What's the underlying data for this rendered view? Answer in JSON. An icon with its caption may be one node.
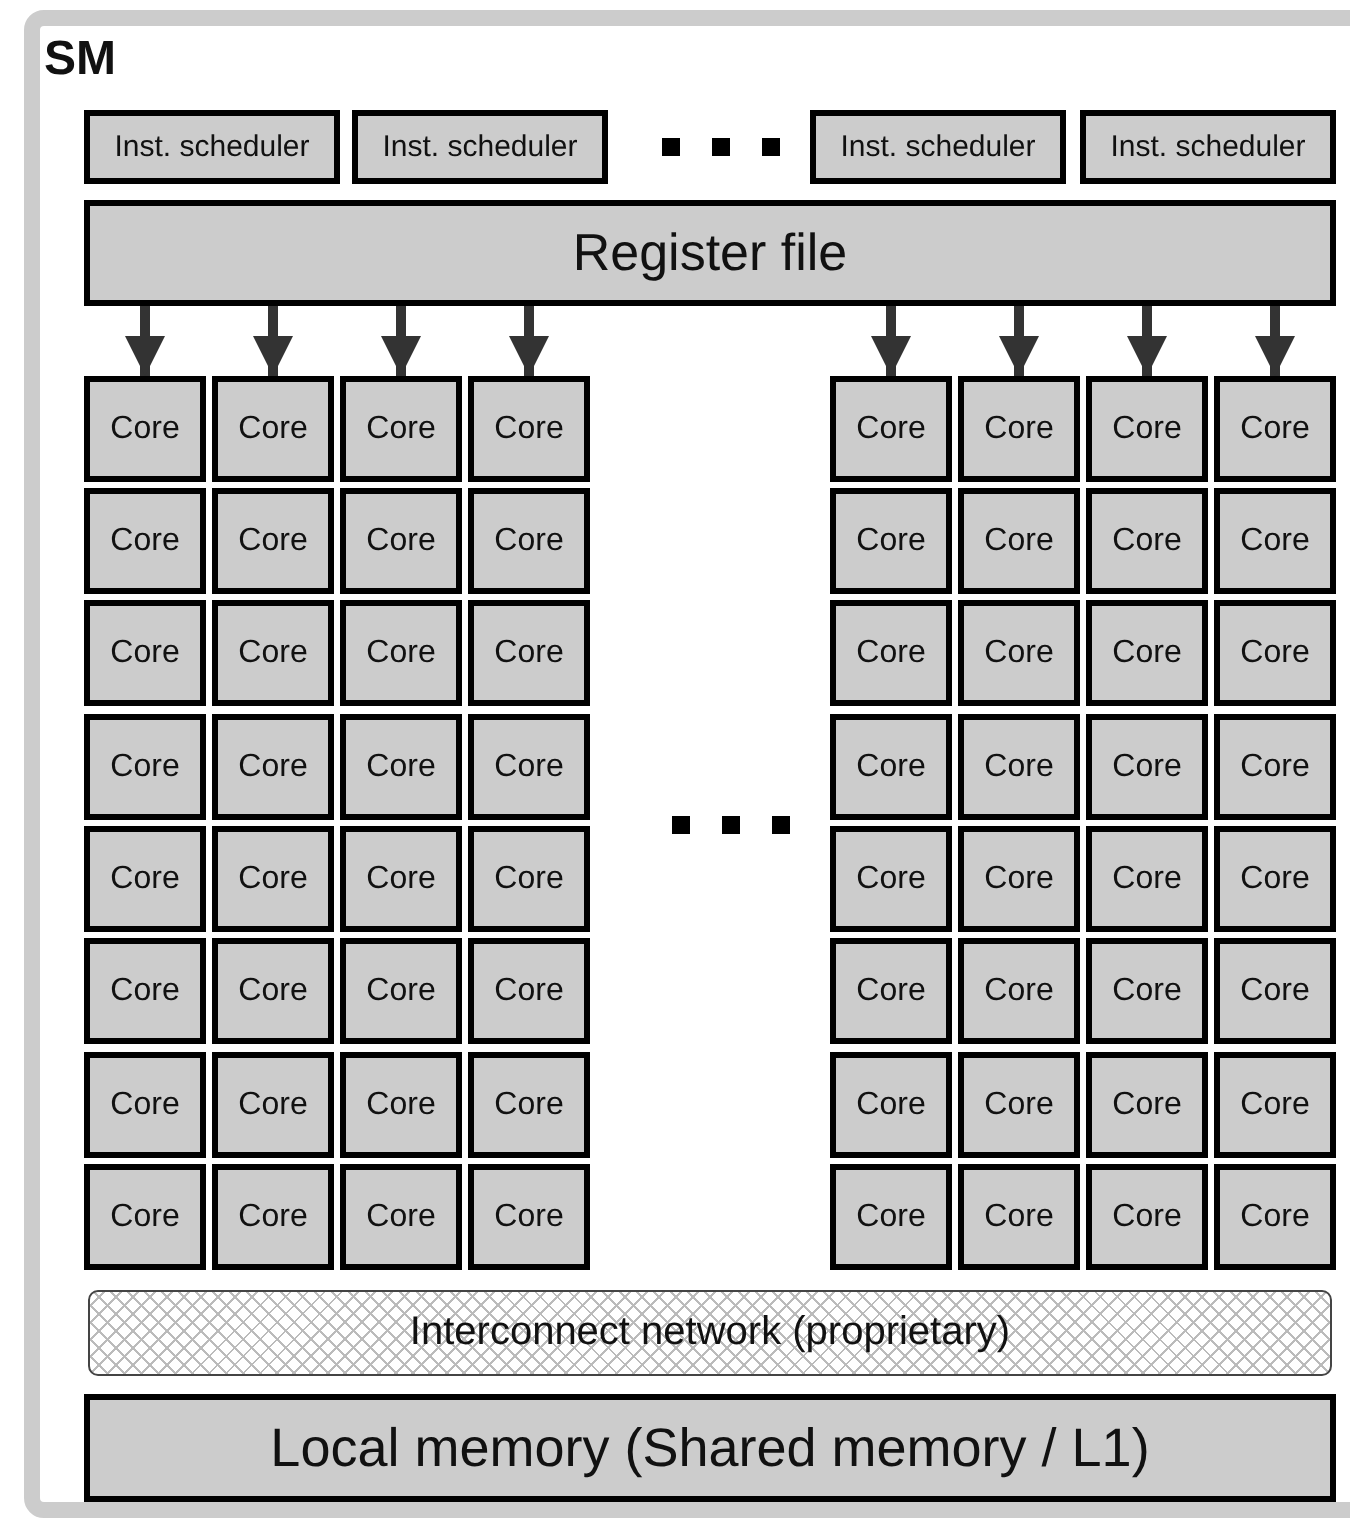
{
  "diagram": {
    "nodes": [
      {
        "text": [
          "SM"
        ]
      },
      {
        "text": [
          "Inst. scheduler"
        ],
        "in": 0
      },
      {
        "text": [
          "Inst. scheduler"
        ],
        "in": 0
      },
      {
        "text": [
          "Inst. scheduler"
        ],
        "in": 0
      },
      {
        "text": [
          "Inst. scheduler"
        ],
        "in": 0
      },
      {
        "text": [
          "Register file"
        ],
        "in": 0
      },
      {
        "text": [
          "Core"
        ],
        "in": 0
      },
      {
        "text": [
          "Core"
        ],
        "in": 0
      },
      {
        "text": [
          "Core"
        ],
        "in": 0
      },
      {
        "text": [
          "Core"
        ],
        "in": 0
      },
      {
        "text": [
          "Core"
        ],
        "in": 0
      },
      {
        "text": [
          "Core"
        ],
        "in": 0
      },
      {
        "text": [
          "Core"
        ],
        "in": 0
      },
      {
        "text": [
          "Core"
        ],
        "in": 0
      },
      {
        "text": [
          "Core"
        ],
        "in": 0
      },
      {
        "text": [
          "Core"
        ],
        "in": 0
      },
      {
        "text": [
          "Core"
        ],
        "in": 0
      },
      {
        "text": [
          "Core"
        ],
        "in": 0
      },
      {
        "text": [
          "Core"
        ],
        "in": 0
      },
      {
        "text": [
          "Core"
        ],
        "in": 0
      },
      {
        "text": [
          "Core"
        ],
        "in": 0
      },
      {
        "text": [
          "Core"
        ],
        "in": 0
      },
      {
        "text": [
          "Core"
        ],
        "in": 0
      },
      {
        "text": [
          "Core"
        ],
        "in": 0
      },
      {
        "text": [
          "Core"
        ],
        "in": 0
      },
      {
        "text": [
          "Core"
        ],
        "in": 0
      },
      {
        "text": [
          "Core"
        ],
        "in": 0
      },
      {
        "text": [
          "Core"
        ],
        "in": 0
      },
      {
        "text": [
          "Core"
        ],
        "in": 0
      },
      {
        "text": [
          "Core"
        ],
        "in": 0
      },
      {
        "text": [
          "Core"
        ],
        "in": 0
      },
      {
        "text": [
          "Core"
        ],
        "in": 0
      },
      {
        "text": [
          "Core"
        ],
        "in": 0
      },
      {
        "text": [
          "Core"
        ],
        "in": 0
      },
      {
        "text": [
          "Core"
        ],
        "in": 0
      },
      {
        "text": [
          "Core"
        ],
        "in": 0
      },
      {
        "text": [
          "Core"
        ],
        "in": 0
      },
      {
        "text": [
          "Core"
        ],
        "in": 0
      },
      {
        "text": [
          "Core"
        ],
        "in": 0
      },
      {
        "text": [
          "Core"
        ],
        "in": 0
      },
      {
        "text": [
          "Core"
        ],
        "in": 0
      },
      {
        "text": [
          "Core"
        ],
        "in": 0
      },
      {
        "text": [
          "Core"
        ],
        "in": 0
      },
      {
        "text": [
          "Core"
        ],
        "in": 0
      },
      {
        "text": [
          "Core"
        ],
        "in": 0
      },
      {
        "text": [
          "Core"
        ],
        "in": 0
      },
      {
        "text": [
          "Core"
        ],
        "in": 0
      },
      {
        "text": [
          "Core"
        ],
        "in": 0
      },
      {
        "text": [
          "Core"
        ],
        "in": 0
      },
      {
        "text": [
          "Core"
        ],
        "in": 0
      },
      {
        "text": [
          "Core"
        ],
        "in": 0
      },
      {
        "text": [
          "Core"
        ],
        "in": 0
      },
      {
        "text": [
          "Core"
        ],
        "in": 0
      },
      {
        "text": [
          "Core"
        ],
        "in": 0
      },
      {
        "text": [
          "Core"
        ],
        "in": 0
      },
      {
        "text": [
          "Core"
        ],
        "in": 0
      },
      {
        "text": [
          "Core"
        ],
        "in": 0
      },
      {
        "text": [
          "Core"
        ],
        "in": 0
      },
      {
        "text": [
          "Core"
        ],
        "in": 0
      },
      {
        "text": [
          "Core"
        ],
        "in": 0
      },
      {
        "text": [
          "Core"
        ],
        "in": 0
      },
      {
        "text": [
          "Core"
        ],
        "in": 0
      },
      {
        "text": [
          "Core"
        ],
        "in": 0
      },
      {
        "text": [
          "Core"
        ],
        "in": 0
      },
      {
        "text": [
          "Core"
        ],
        "in": 0
      },
      {
        "text": [
          "Core"
        ],
        "in": 0
      },
      {
        "text": [
          "Core"
        ],
        "in": 0
      },
      {
        "text": [
          "Core"
        ],
        "in": 0
      },
      {
        "text": [
          "Core"
        ],
        "in": 0
      },
      {
        "text": [
          "Core"
        ],
        "in": 0
      },
      {
        "text": [
          "Interconnect network (proprietary)"
        ],
        "in": 0
      },
      {
        "text": [
          "Local memory (Shared memory / L1)"
        ],
        "in": 0
      }
    ],
    "edges": [
      {
        "from": 5,
        "to": 6,
        "arrow": "to"
      },
      {
        "from": 5,
        "to": 7,
        "arrow": "to"
      },
      {
        "from": 5,
        "to": 8,
        "arrow": "to"
      },
      {
        "from": 5,
        "to": 9,
        "arrow": "to"
      },
      {
        "from": 5,
        "to": 10,
        "arrow": "to"
      },
      {
        "from": 5,
        "to": 11,
        "arrow": "to"
      },
      {
        "from": 5,
        "to": 12,
        "arrow": "to"
      },
      {
        "from": 5,
        "to": 13,
        "arrow": "to"
      }
    ]
  }
}
